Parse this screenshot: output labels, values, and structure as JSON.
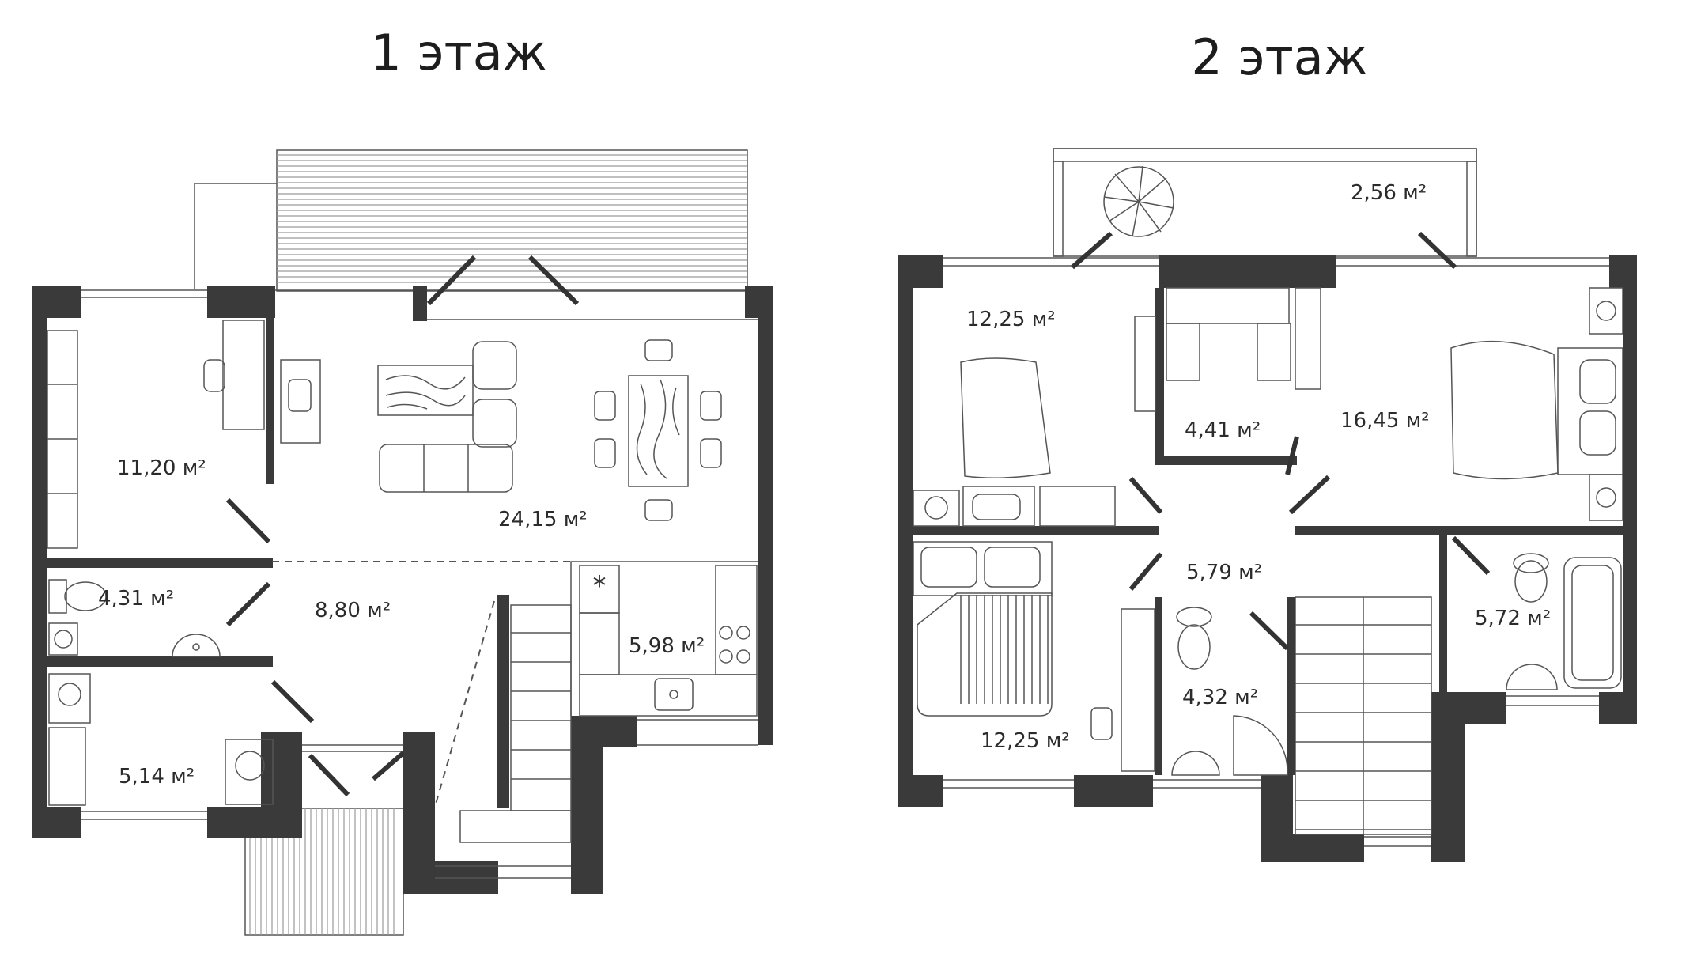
{
  "floors": [
    {
      "title": "1 этаж",
      "rooms": [
        {
          "id": "study",
          "area": "11,20 м²"
        },
        {
          "id": "living",
          "area": "24,15 м²"
        },
        {
          "id": "wc1",
          "area": "4,31 м²"
        },
        {
          "id": "hall1",
          "area": "8,80 м²"
        },
        {
          "id": "kitchen",
          "area": "5,98 м²"
        },
        {
          "id": "laundry",
          "area": "5,14 м²"
        }
      ]
    },
    {
      "title": "2 этаж",
      "rooms": [
        {
          "id": "balcony",
          "area": "2,56 м²"
        },
        {
          "id": "bedroom1",
          "area": "12,25 м²"
        },
        {
          "id": "closet",
          "area": "4,41 м²"
        },
        {
          "id": "master",
          "area": "16,45 м²"
        },
        {
          "id": "hall2",
          "area": "5,79 м²"
        },
        {
          "id": "bath2",
          "area": "5,72 м²"
        },
        {
          "id": "wc2",
          "area": "4,32 м²"
        },
        {
          "id": "bedroom2",
          "area": "12,25 м²"
        }
      ]
    }
  ],
  "colors": {
    "wall": "#3a3a3a",
    "line": "#444444",
    "background": "#ffffff"
  }
}
